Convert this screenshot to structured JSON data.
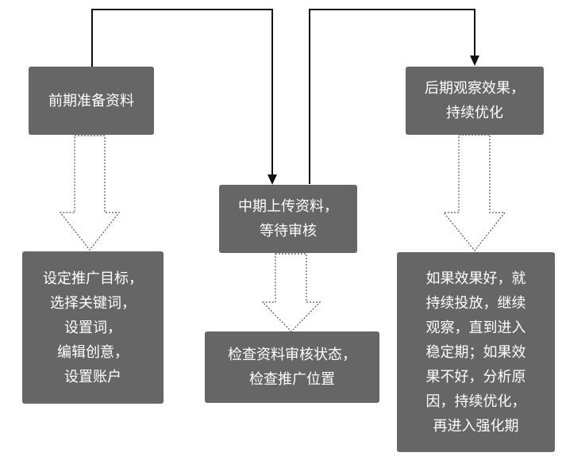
{
  "boxes": {
    "prep": "前期准备资料",
    "mid": "中期上传资料，\n等待审核",
    "late": "后期观察效果，\n持续优化",
    "prep_detail": "设定推广目标，\n选择关键词，\n设置词，\n编辑创意，\n设置账户",
    "mid_detail": "检查资料审核状态，\n检查推广位置",
    "late_detail": "如果效果好，就\n持续投放，继续\n观察，直到进入\n稳定期；如果效\n果不好，分析原\n因，持续优化，\n再进入强化期"
  }
}
